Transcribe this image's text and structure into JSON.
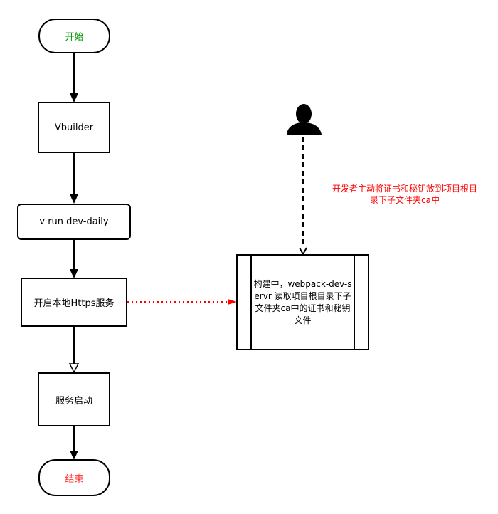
{
  "nodes": {
    "start": "开始",
    "vbuilder": "Vbuilder",
    "run": "v run dev-daily",
    "https": "开启本地Https服务",
    "service": "服务启动",
    "end": "结束",
    "predefined_process": "构建中，webpack-dev-servr 读取项目根目录下子文件夹ca中的证书和秘钥文件"
  },
  "note": "开发者主动将证书和秘钥放到项目根目录下子文件夹ca中",
  "colors": {
    "start_text": "#009900",
    "end_text": "#ff3333",
    "note_text": "#ff0000",
    "dotted_connector": "#ff0000",
    "line": "#000000"
  },
  "icons": {
    "actor": "person-icon"
  }
}
